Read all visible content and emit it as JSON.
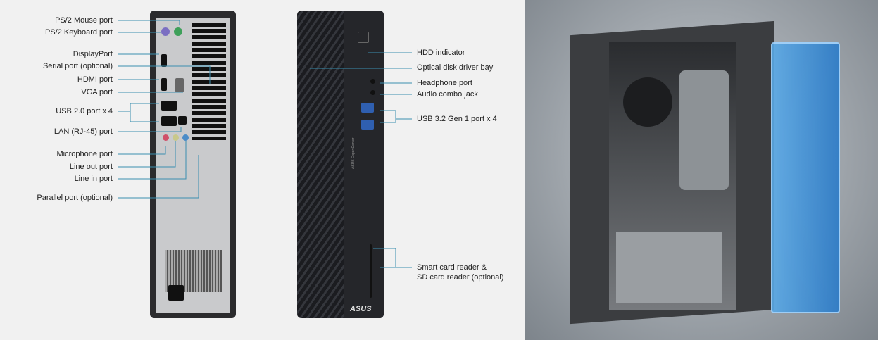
{
  "rear_labels": [
    "PS/2 Mouse port",
    "PS/2 Keyboard port",
    "DisplayPort",
    "Serial port (optional)",
    "HDMI port",
    "VGA port",
    "USB 2.0 port x 4",
    "LAN (RJ-45) port",
    "Microphone port",
    "Line out port",
    "Line in port",
    "Parallel port (optional)"
  ],
  "front_labels": [
    "HDD indicator",
    "Optical disk driver bay",
    "Headphone port",
    "Audio combo jack",
    "USB 3.2 Gen 1 port x 4",
    "Smart card reader  &",
    "SD card reader (optional)"
  ],
  "logo": "ASUS",
  "side_text": "ASUS ExpertCenter",
  "colors": {
    "leader_line": "#3a8fb0",
    "side_panel_highlight": "#3d8fd8",
    "background": "#f1f1f1"
  }
}
